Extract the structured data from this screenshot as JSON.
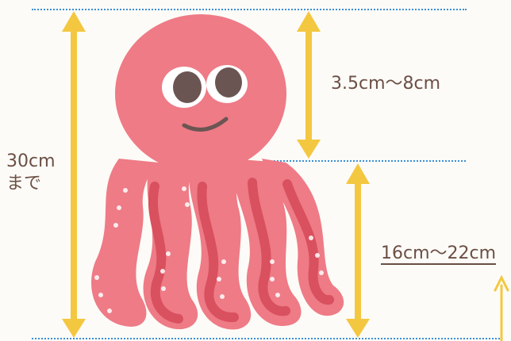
{
  "labels": {
    "total_size": "30cm",
    "total_suffix": "まで",
    "head_size": "3.5cm～8cm",
    "tentacle_size": "16cm～22cm"
  },
  "colors": {
    "arrow": "#f4c740",
    "guide_line": "#3a8fd6",
    "octopus_body": "#ee7b86",
    "tentacle_shade": "#d9505f",
    "text": "#6b4f45"
  }
}
